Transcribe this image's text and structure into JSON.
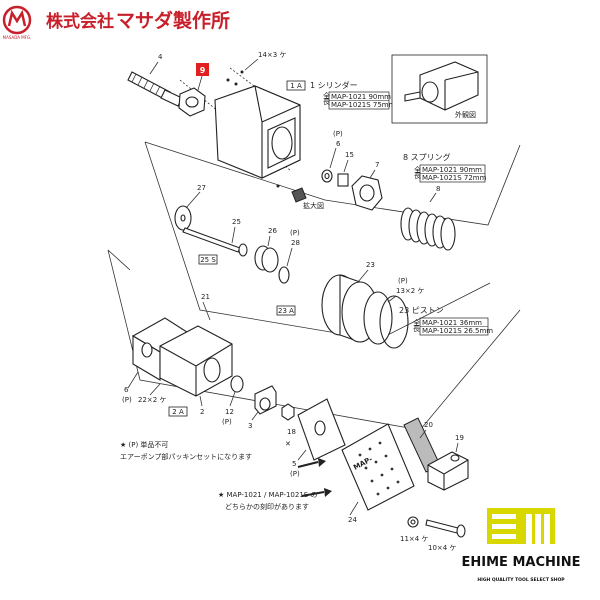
{
  "header": {
    "company_prefix": "株式会社",
    "company_name": "マサダ製作所",
    "logo_caption": "MASADA MFG."
  },
  "diagram": {
    "cylinder_label": "1 シリンダー",
    "cylinder_box": "1 A",
    "cylinder_spec_1": "MAP-1021 90mm",
    "cylinder_spec_2": "MAP-1021S 75mm",
    "spec_side_1": "全",
    "spec_side_2": "長",
    "spring_label": "8 スプリング",
    "spring_spec_1": "MAP-1021 90mm",
    "spring_spec_2": "MAP-1021S 72mm",
    "piston_label": "23 ピストン",
    "piston_spec_1": "MAP-1021 36mm",
    "piston_spec_2": "MAP-1021S 26.5mm",
    "exterior_label": "外観図",
    "enlarge_label": "拡大図",
    "box_25s": "25 S",
    "box_23a": "23 A",
    "box_2a": "2 A",
    "highlight_num": "9",
    "n_4": "4",
    "n_14x3": "14×3 ケ",
    "n_p6": "(P)",
    "n_6": "6",
    "n_15": "15",
    "n_7": "7",
    "n_8": "8",
    "n_27": "27",
    "n_25": "25",
    "n_26": "26",
    "n_p28": "(P)",
    "n_28": "28",
    "n_23": "23",
    "n_p13": "(P)",
    "n_13x2": "13×2 ケ",
    "n_21": "21",
    "n_6b": "6",
    "n_pb": "(P)",
    "n_22x2": "22×2 ケ",
    "n_2": "2",
    "n_12": "12",
    "n_p12": "(P)",
    "n_3": "3",
    "n_18": "18",
    "n_20": "20",
    "n_19": "19",
    "n_5": "5",
    "n_p5": "(P)",
    "n_24": "24",
    "n_11x4": "11×4 ケ",
    "n_10x4": "10×4 ケ",
    "plate_text": "MAP-",
    "note1_1": "★ (P) 単品不可",
    "note1_2": "エアーポンプ部パッキンセットになります",
    "note2_1": "★ MAP-1021 / MAP-1021S の",
    "note2_2": "どちらかの刻印があります"
  },
  "brand": {
    "name": "EHIME MACHINE",
    "tagline": "HIGH QUALITY TOOL SELECT SHOP",
    "accent": "#d8d800",
    "highlight": "#e02020",
    "header_red": "#c8202a"
  }
}
